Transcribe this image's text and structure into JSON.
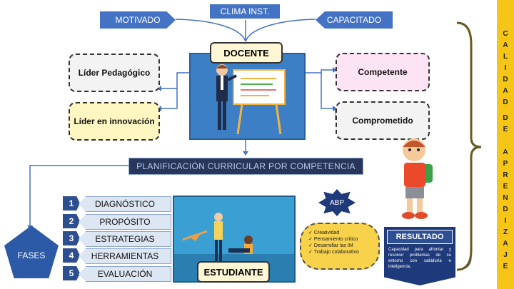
{
  "top": {
    "clima": "CLIMA INST.",
    "motivado": "MOTIVADO",
    "capacitado": "CAPACITADO"
  },
  "docente": "DOCENTE",
  "left_boxes": [
    "Líder Pedagógico",
    "Líder en innovación"
  ],
  "right_boxes": [
    "Competente",
    "Comprometido"
  ],
  "banner": "PLANIFICACIÓN CURRICULAR POR COMPETENCIA",
  "fases": "FASES",
  "steps": [
    {
      "num": "1",
      "label": "DIAGNÓSTICO"
    },
    {
      "num": "2",
      "label": "PROPÓSITO"
    },
    {
      "num": "3",
      "label": "ESTRATEGIAS"
    },
    {
      "num": "4",
      "label": "HERRAMIENTAS"
    },
    {
      "num": "5",
      "label": "EVALUACIÓN"
    }
  ],
  "estudiante": "ESTUDIANTE",
  "abp": "ABP",
  "skills": [
    "Creatividad",
    "Pensamiento crítico",
    "Desarrollar las IM",
    "Trabajo colaborativo"
  ],
  "resultado": {
    "title": "RESULTADO",
    "text": "Capacidad para afrontar y resolver problemas de su entorno con sabiduría e inteligencia."
  },
  "side_title": [
    "C",
    "A",
    "L",
    "I",
    "D",
    "A",
    "D",
    "",
    "D",
    "E",
    "",
    "A",
    "P",
    "R",
    "E",
    "N",
    "D",
    "I",
    "Z",
    "A",
    "J",
    "E"
  ],
  "colors": {
    "blue": "#4472c4",
    "yellow": "#f5c518",
    "navy": "#2e4f8f"
  }
}
